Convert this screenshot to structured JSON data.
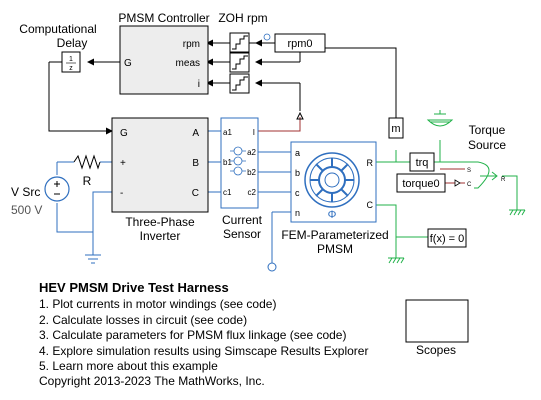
{
  "blocks": {
    "controller_title": "PMSM Controller",
    "controller_port_g": "G",
    "controller_port_rpm": "rpm",
    "controller_port_meas": "meas",
    "controller_port_i": "i",
    "zoh_label": "ZOH rpm",
    "rpm0": "rpm0",
    "delay_label_1": "Computational",
    "delay_label_2": "Delay",
    "delay_num": "1",
    "delay_den": "z",
    "inverter_port_g": "G",
    "inverter_port_plus": "+",
    "inverter_port_minus": "-",
    "inverter_port_a": "A",
    "inverter_port_b": "B",
    "inverter_port_c": "C",
    "inverter_label_1": "Three-Phase",
    "inverter_label_2": "Inverter",
    "resistor_label": "R",
    "vsrc_label": "V Src",
    "vsrc_value": "500 V",
    "sensor_label_1": "Current",
    "sensor_label_2": "Sensor",
    "sensor_port_i": "I",
    "sensor_port_a1": "a1",
    "sensor_port_a2": "a2",
    "sensor_port_b1": "b1",
    "sensor_port_b2": "b2",
    "sensor_port_c1": "c1",
    "sensor_port_c2": "c2",
    "pmsm_port_a": "a",
    "pmsm_port_b": "b",
    "pmsm_port_c": "c",
    "pmsm_port_n": "n",
    "pmsm_port_r": "R",
    "pmsm_port_cc": "C",
    "pmsm_label_1": "FEM-Parameterized",
    "pmsm_label_2": "PMSM",
    "m_label": "m",
    "trq_label": "trq",
    "torque0_label": "torque0",
    "torque_source_1": "Torque",
    "torque_source_2": "Source",
    "ts_port_s": "S",
    "ts_port_c": "C",
    "ts_port_r": "R",
    "fx_label": "f(x) = 0",
    "scopes_label": "Scopes"
  },
  "notes": {
    "title": "HEV PMSM Drive Test Harness",
    "items": [
      "1. Plot currents in motor windings (see code)",
      "2. Calculate losses in circuit (see code)",
      "3. Calculate parameters for PMSM flux linkage (see code)",
      "4. Explore simulation results using Simscape Results Explorer",
      "5. Learn more about this example"
    ],
    "copyright": "Copyright 2013-2023 The MathWorks, Inc."
  },
  "colors": {
    "electrical": "#2f6fbf",
    "mechanical": "#22b24a",
    "signal": "#000000",
    "physical_signal": "#a03030"
  }
}
